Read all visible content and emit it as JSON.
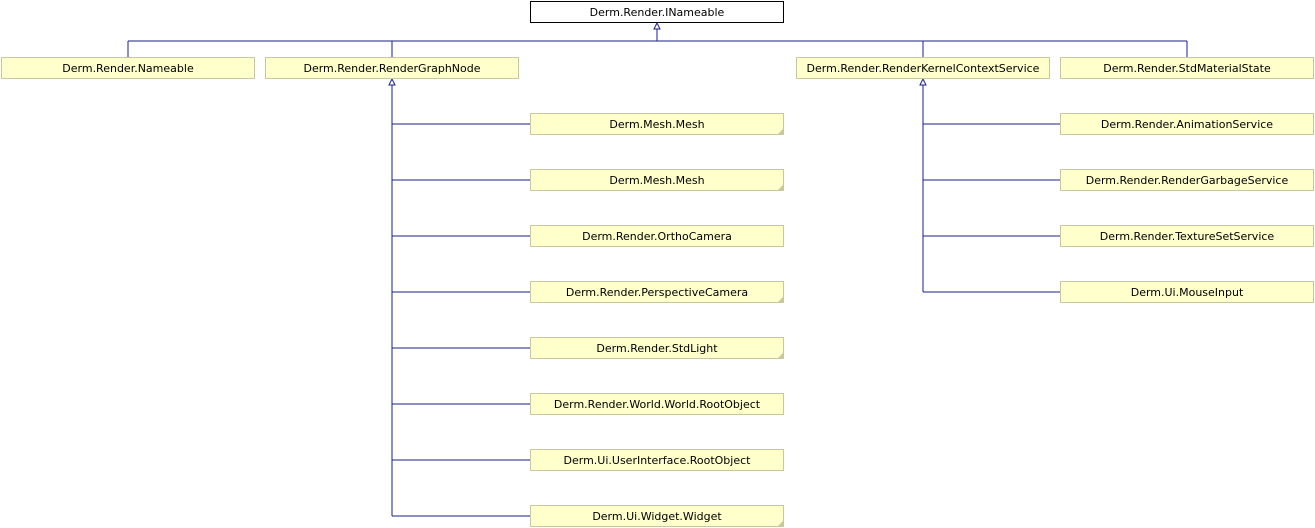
{
  "colors": {
    "root_fill": "#ffffff",
    "root_border": "#000000",
    "node_fill": "#ffffcc",
    "node_border": "#c8c8a0",
    "edge": "#1e1e8c"
  },
  "nodes": {
    "inameable": "Derm.Render.INameable",
    "nameable": "Derm.Render.Nameable",
    "render_graph_node": "Derm.Render.RenderGraphNode",
    "render_kernel_context_service": "Derm.Render.RenderKernelContextService",
    "std_material_state": "Derm.Render.StdMaterialState",
    "mesh_1": "Derm.Mesh.Mesh",
    "mesh_2": "Derm.Mesh.Mesh",
    "ortho_camera": "Derm.Render.OrthoCamera",
    "perspective_camera": "Derm.Render.PerspectiveCamera",
    "std_light": "Derm.Render.StdLight",
    "world_root_object": "Derm.Render.World.World.RootObject",
    "ui_root_object": "Derm.Ui.UserInterface.RootObject",
    "widget": "Derm.Ui.Widget.Widget",
    "animation_service": "Derm.Render.AnimationService",
    "render_garbage_service": "Derm.Render.RenderGarbageService",
    "texture_set_service": "Derm.Render.TextureSetService",
    "mouse_input": "Derm.Ui.MouseInput"
  }
}
